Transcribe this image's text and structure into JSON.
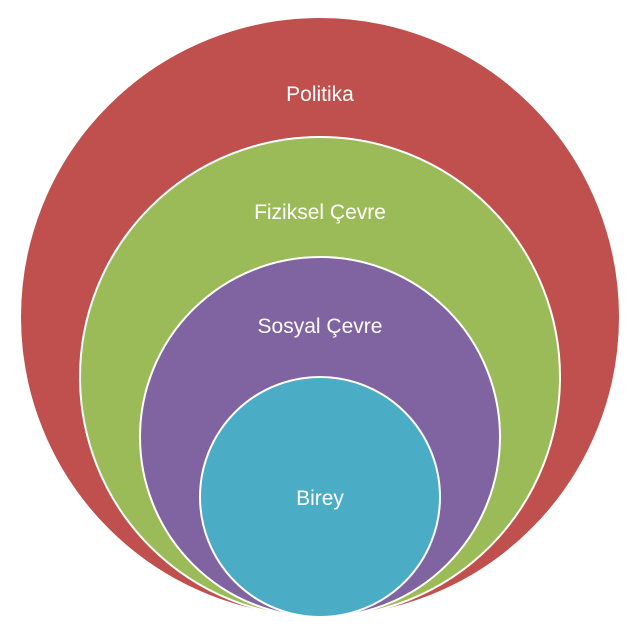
{
  "diagram": {
    "type": "nested-circles",
    "layers": [
      {
        "label": "Politika",
        "color": "#C0504D"
      },
      {
        "label": "Fiziksel Çevre",
        "color": "#9BBB59"
      },
      {
        "label": "Sosyal Çevre",
        "color": "#8064A2"
      },
      {
        "label": "Birey",
        "color": "#4BACC6"
      }
    ]
  }
}
